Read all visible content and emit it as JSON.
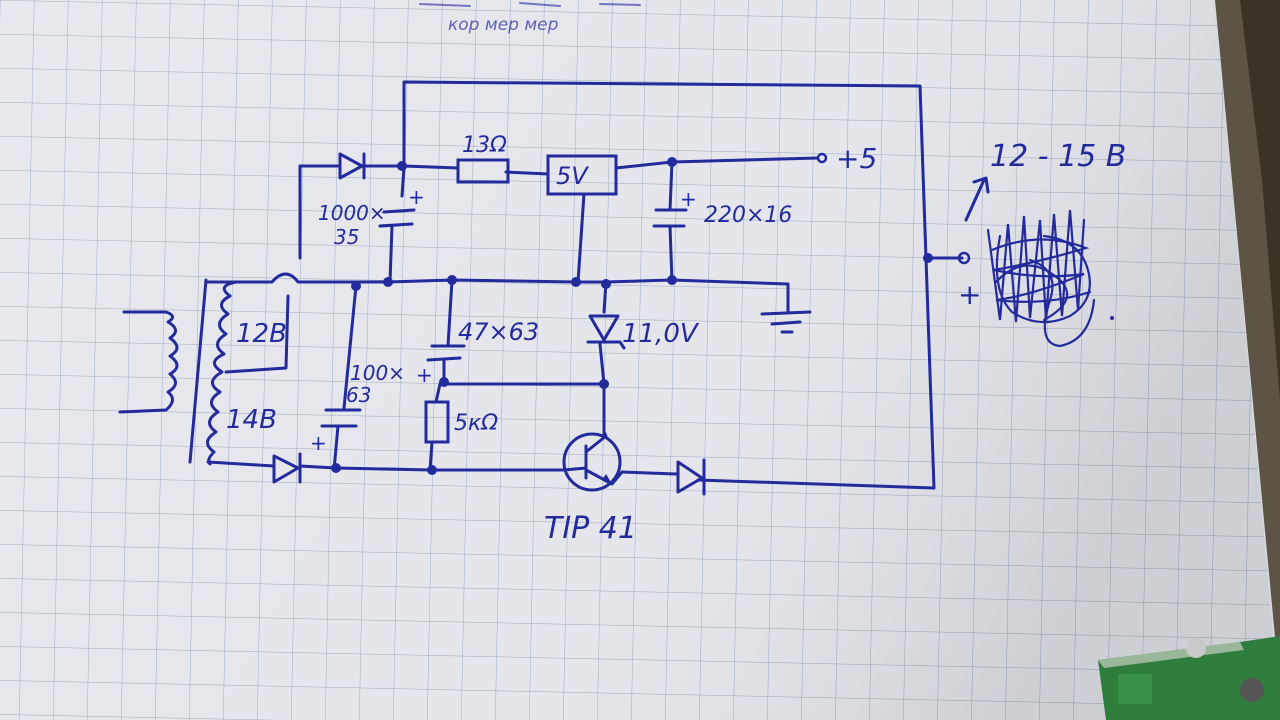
{
  "labels": {
    "top_scribble": "кор мер мер",
    "resistor_13": "13Ω",
    "regulator": "5V",
    "out_plus5": "+5",
    "cap_1000_a": "1000×",
    "cap_1000_b": "35",
    "cap_220": "220×16",
    "winding_12": "12В",
    "winding_14": "14В",
    "cap_47": "47×63",
    "zener": "11,0V",
    "cap_100_a": "100×",
    "cap_100_b": "63",
    "resistor_5k": "5кΩ",
    "transistor": "TIP 41",
    "output_voltage": "12 - 15 В",
    "plus_sign": "+",
    "cap_plus": "+"
  },
  "colors": {
    "ink": "#232a9c",
    "grid": "#9aa6c0",
    "paper": "#e4e6ec",
    "pcb": "#2f7d3c"
  }
}
